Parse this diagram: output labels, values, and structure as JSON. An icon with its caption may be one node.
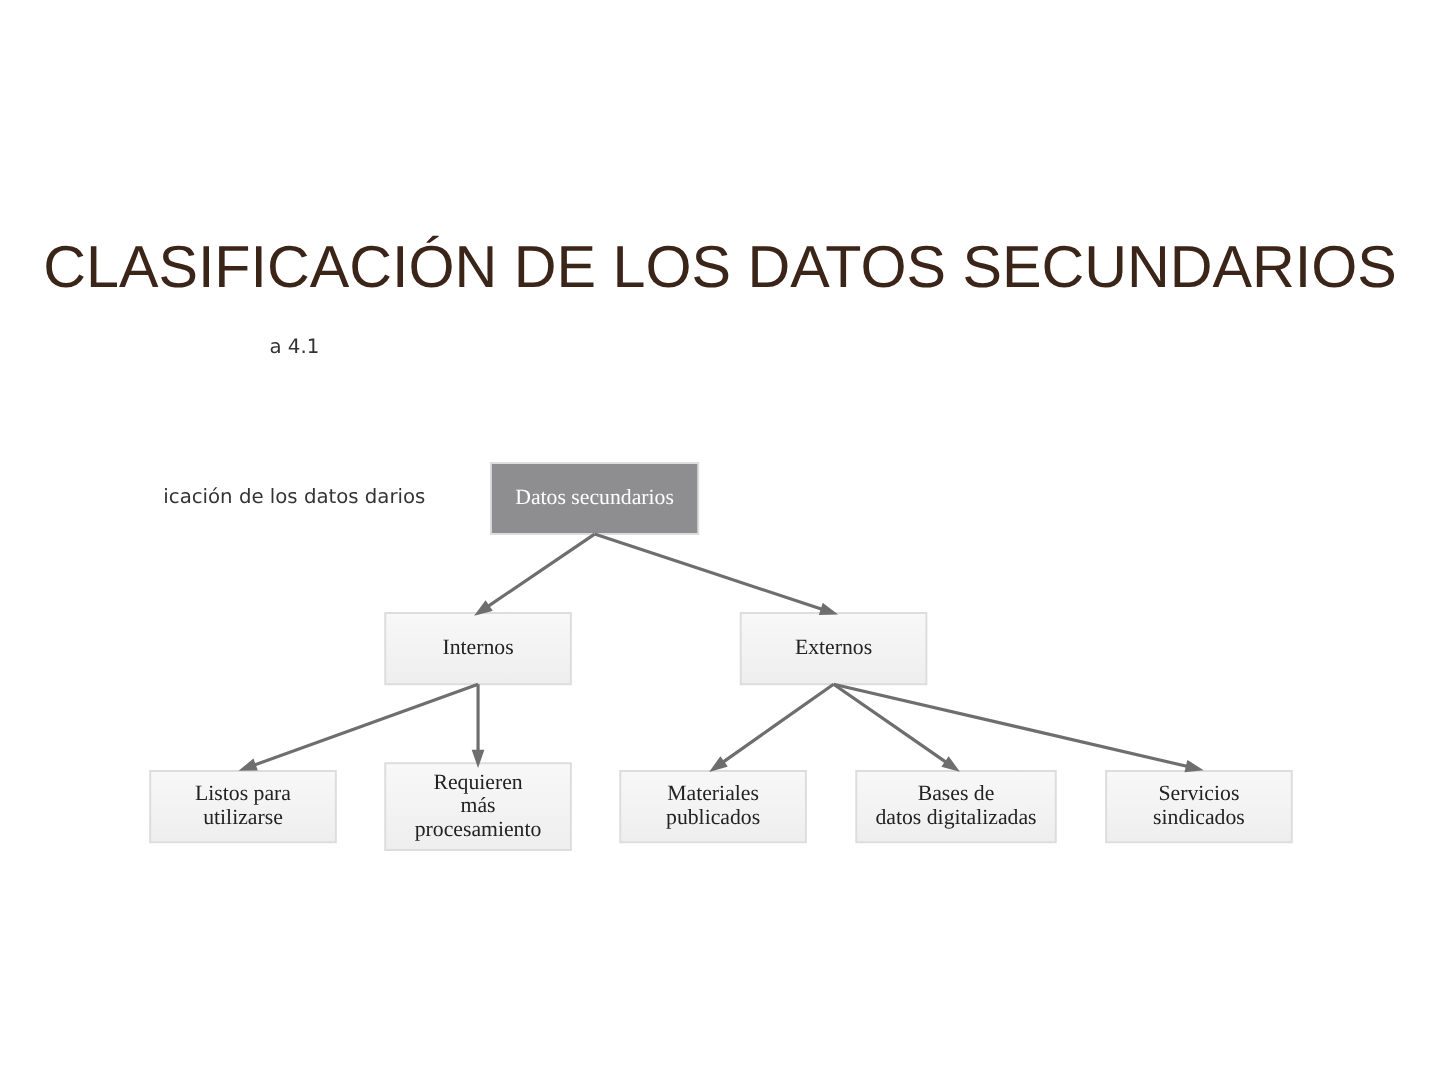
{
  "diagram": {
    "title": "CLASIFICACIÓN DE LOS DATOS SECUNDARIOS",
    "nodes": [
      {
        "text": [
          "Datos secundarios"
        ]
      },
      {
        "text": [
          "Internos"
        ]
      },
      {
        "text": [
          "Externos"
        ]
      },
      {
        "text": [
          "Listos para utilizarse"
        ]
      },
      {
        "text": [
          "Requieren más procesamiento"
        ]
      },
      {
        "text": [
          "Materiales publicados"
        ]
      },
      {
        "text": [
          "Bases de datos digitalizadas"
        ]
      },
      {
        "text": [
          "Servicios sindicados"
        ]
      }
    ],
    "edges": [
      {
        "from": 0,
        "to": 1,
        "arrow": "to"
      },
      {
        "from": 0,
        "to": 2,
        "arrow": "to"
      },
      {
        "from": 1,
        "to": 3,
        "arrow": "to"
      },
      {
        "from": 1,
        "to": 4,
        "arrow": "to"
      },
      {
        "from": 2,
        "to": 5,
        "arrow": "to"
      },
      {
        "from": 2,
        "to": 6,
        "arrow": "to"
      },
      {
        "from": 2,
        "to": 7,
        "arrow": "to"
      }
    ],
    "labels": [
      "a 4.1",
      "icación de los datos darios"
    ]
  }
}
